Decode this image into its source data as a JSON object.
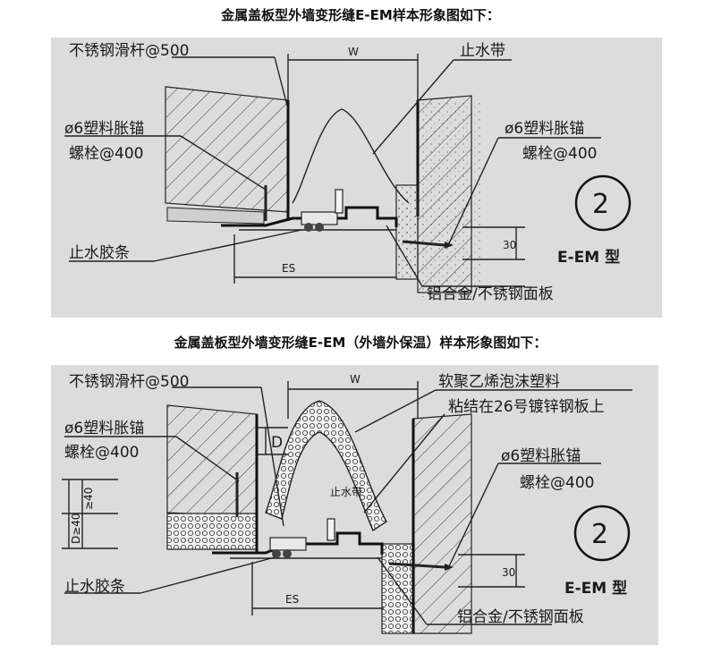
{
  "headings": {
    "top": "金属盖板型外墙变形缝E-EM样本形象图如下：",
    "bottom": "金属盖板型外墙变形缝E-EM（外墙外保温）样本形象图如下："
  },
  "diagram1": {
    "label_rod": "不锈钢滑杆@500",
    "label_anchor_l1": "ø6塑料胀锚",
    "label_anchor_l2": "螺栓@400",
    "label_strip": "止水胶条",
    "label_waterstop": "止水带",
    "label_anchor_r1": "ø6塑料胀锚",
    "label_anchor_r2": "螺栓@400",
    "label_panel": "铝合金/不锈钢面板",
    "dim_w": "W",
    "dim_es": "ES",
    "dim_30": "30",
    "circle_num": "2",
    "type_label": "E-EM 型"
  },
  "diagram2": {
    "label_rod": "不锈钢滑杆@500",
    "label_anchor_l1": "ø6塑料胀锚",
    "label_anchor_l2": "螺栓@400",
    "label_strip": "止水胶条",
    "label_waterstop": "止水带",
    "label_foam1": "软聚乙烯泡沫塑料",
    "label_foam2": "粘结在26号镀锌钢板上",
    "label_anchor_r1": "ø6塑料胀锚",
    "label_anchor_r2": "螺栓@400",
    "label_panel": "铝合金/不锈钢面板",
    "dim_w": "W",
    "dim_d": "D",
    "dim_es": "ES",
    "dim_30": "30",
    "dim_d40": "D≥40",
    "dim_ge40": "≥40",
    "circle_num": "2",
    "type_label": "E-EM 型"
  }
}
